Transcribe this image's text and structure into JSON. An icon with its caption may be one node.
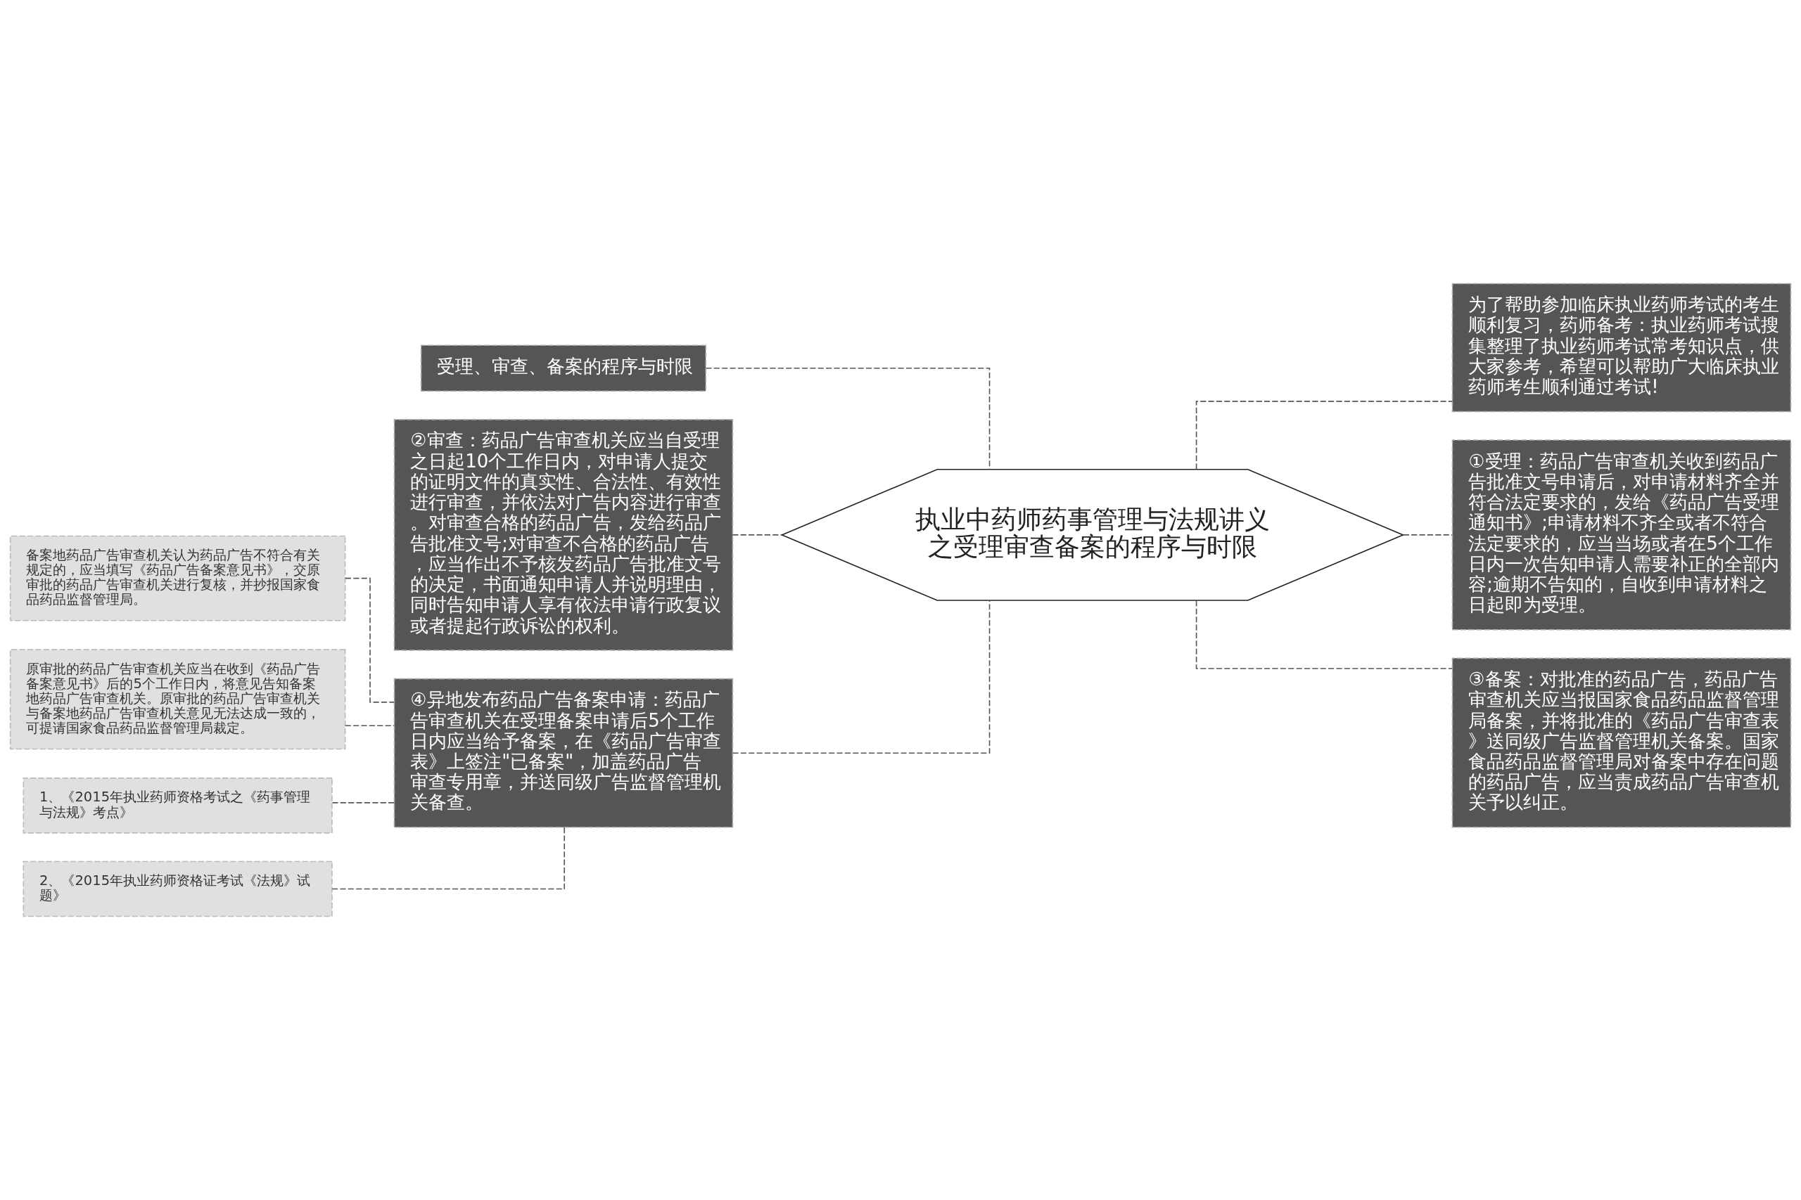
{
  "diagram": {
    "nodes": [
      {
        "text": [
          "执业中药师药事管理与法规讲义之受理审查备案的程序与时限"
        ]
      },
      {
        "text": [
          "受理、审查、备案的程序与时限"
        ]
      },
      {
        "text": [
          "②审查：药品广告审查机关应当自受理之日起10个工作日内，对申请人提交的证明文件的真实性、合法性、有效性进行审查，并依法对广告内容进行审查。对审查合格的药品广告，发给药品广告批准文号;对审查不合格的药品广告，应当作出不予核发药品广告批准文号的决定，书面通知申请人并说明理由，同时告知申请人享有依法申请行政复议或者提起行政诉讼的权利。"
        ]
      },
      {
        "text": [
          "④异地发布药品广告备案申请：药品广告审查机关在受理备案申请后5个工作日内应当给予备案，在《药品广告审查表》上签注\"已备案\"，加盖药品广告审查专用章，并送同级广告监督管理机关备查。"
        ]
      },
      {
        "text": [
          "备案地药品广告审查机关认为药品广告不符合有关规定的，应当填写《药品广告备案意见书》，交原审批的药品广告审查机关进行复核，并抄报国家食品药品监督管理局。"
        ]
      },
      {
        "text": [
          "原审批的药品广告审查机关应当在收到《药品广告备案意见书》后的5个工作日内，将意见告知备案地药品广告审查机关。原审批的药品广告审查机关与备案地药品广告审查机关意见无法达成一致的，可提请国家食品药品监督管理局裁定。"
        ]
      },
      {
        "text": [
          "1、《2015年执业药师资格考试之《药事管理与法规》考点》"
        ]
      },
      {
        "text": [
          "2、《2015年执业药师资格证考试《法规》试题》"
        ]
      },
      {
        "text": [
          "为了帮助参加临床执业药师考试的考生顺利复习，药师备考：执业药师考试搜集整理了执业药师考试常考知识点，供大家参考，希望可以帮助广大临床执业药师考生顺利通过考试!"
        ]
      },
      {
        "text": [
          "①受理：药品广告审查机关收到药品广告批准文号申请后，对申请材料齐全并符合法定要求的，发给《药品广告受理通知书》;申请材料不齐全或者不符合法定要求的，应当当场或者在5个工作日内一次告知申请人需要补正的全部内容;逾期不告知的，自收到申请材料之日起即为受理。"
        ]
      },
      {
        "text": [
          "③备案：对批准的药品广告，药品广告审查机关应当报国家食品药品监督管理局备案，并将批准的《药品广告审查表》送同级广告监督管理机关备案。国家食品药品监督管理局对备案中存在问题的药品广告，应当责成药品广告审查机关予以纠正。"
        ]
      }
    ],
    "edges": [
      {
        "from": 0,
        "to": 1,
        "arrow": "none",
        "style": "dashed"
      },
      {
        "from": 0,
        "to": 2,
        "arrow": "none",
        "style": "dashed"
      },
      {
        "from": 0,
        "to": 3,
        "arrow": "none",
        "style": "dashed"
      },
      {
        "from": 3,
        "to": 4,
        "arrow": "none",
        "style": "dashed"
      },
      {
        "from": 3,
        "to": 5,
        "arrow": "none",
        "style": "dashed"
      },
      {
        "from": 3,
        "to": 6,
        "arrow": "none",
        "style": "dashed"
      },
      {
        "from": 3,
        "to": 7,
        "arrow": "none",
        "style": "dashed"
      },
      {
        "from": 0,
        "to": 8,
        "arrow": "none",
        "style": "dashed"
      },
      {
        "from": 0,
        "to": 9,
        "arrow": "none",
        "style": "dashed"
      },
      {
        "from": 0,
        "to": 10,
        "arrow": "none",
        "style": "dashed"
      }
    ]
  }
}
